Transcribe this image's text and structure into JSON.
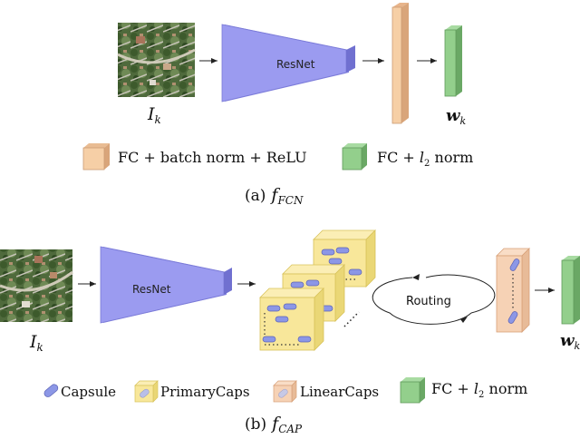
{
  "panel_a": {
    "resnet_label": "ResNet",
    "input_label": "I",
    "input_sub": "k",
    "output_label": "w",
    "output_sub": "k",
    "legend_fc_bn_relu": "FC + batch norm + ReLU",
    "legend_fc_l2_pre": "FC + ",
    "legend_fc_l2_l": "l",
    "legend_fc_l2_sub": "2",
    "legend_fc_l2_post": " norm",
    "caption_prefix": "(a)",
    "caption_f": "f",
    "caption_sub": "FCN"
  },
  "panel_b": {
    "resnet_label": "ResNet",
    "routing_label": "Routing",
    "input_label": "I",
    "input_sub": "k",
    "output_label": "w",
    "output_sub": "k",
    "legend_capsule": "Capsule",
    "legend_primarycaps": "PrimaryCaps",
    "legend_linearcaps": "LinearCaps",
    "legend_fc_l2_pre": "FC + ",
    "legend_fc_l2_l": "l",
    "legend_fc_l2_sub": "2",
    "legend_fc_l2_post": " norm",
    "caption_prefix": "(b)",
    "caption_f": "f",
    "caption_sub": "CAP"
  },
  "colors": {
    "resnet": "#9b9bf0",
    "fc_orange": "#f6cfa6",
    "fc_orange_side": "#d9a57a",
    "fc_green": "#93cf8c",
    "fc_green_side": "#6aa865",
    "primarycaps": "#f8e79a",
    "linearcaps": "#f6d2b5",
    "capsule": "#8c97e6"
  }
}
